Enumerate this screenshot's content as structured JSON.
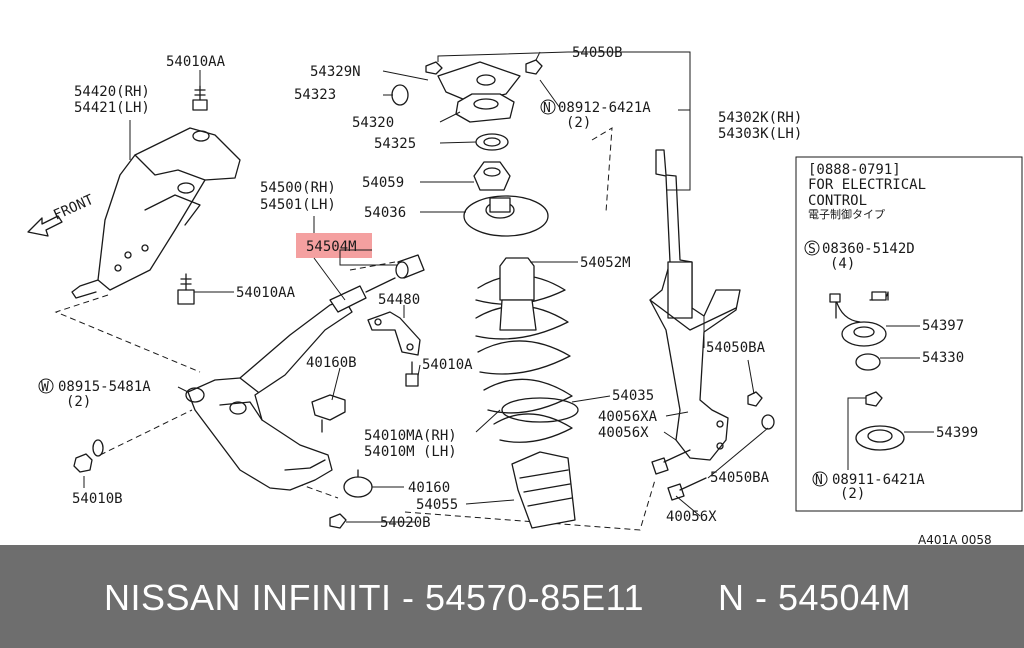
{
  "diagram": {
    "labels": {
      "l_54010AA_top": "54010AA",
      "l_54420": "54420(RH)",
      "l_54421": "54421(LH)",
      "l_front": "FRONT",
      "l_54010AA_mid": "54010AA",
      "l_54500": "54500(RH)",
      "l_54501": "54501(LH)",
      "l_54504M": "54504M",
      "l_54480": "54480",
      "l_40160B": "40160B",
      "l_54010A": "54010A",
      "l_08915": "08915-5481A",
      "l_08915_qty": "(2)",
      "l_54010B": "54010B",
      "l_54010MA": "54010MA(RH)",
      "l_54010M": "54010M (LH)",
      "l_40160": "40160",
      "l_54020B": "54020B",
      "l_54055": "54055",
      "l_54329N": "54329N",
      "l_54323": "54323",
      "l_54320": "54320",
      "l_54325": "54325",
      "l_54059": "54059",
      "l_54036": "54036",
      "l_54050B": "54050B",
      "l_08912": "08912-6421A",
      "l_08912_qty": "(2)",
      "l_54302K": "54302K(RH)",
      "l_54303K": "54303K(LH)",
      "l_54052M": "54052M",
      "l_54035": "54035",
      "l_54050BA_top": "54050BA",
      "l_40056XA": "40056XA",
      "l_40056X_a": "40056X",
      "l_54050BA_bot": "54050BA",
      "l_40056X_b": "40056X"
    },
    "inset": {
      "date_range": "[0888-0791]",
      "line1": "FOR ELECTRICAL",
      "line2": "CONTROL",
      "line3": "電子制御タイプ",
      "l_08360": "08360-5142D",
      "l_08360_qty": "(4)",
      "l_54397": "54397",
      "l_54330": "54330",
      "l_54399": "54399",
      "l_08911": "08911-6421A",
      "l_08911_qty": "(2)"
    },
    "circle_prefix": {
      "w": "W",
      "n": "N",
      "s": "S",
      "n2": "N"
    },
    "ref_code": "A401A 0058",
    "highlight_color": "#f4a0a0"
  },
  "banner": {
    "left_text": "NISSAN INFINITI - 54570-85E11",
    "right_text": "N - 54504M",
    "bg_color": "#6e6e6e"
  }
}
